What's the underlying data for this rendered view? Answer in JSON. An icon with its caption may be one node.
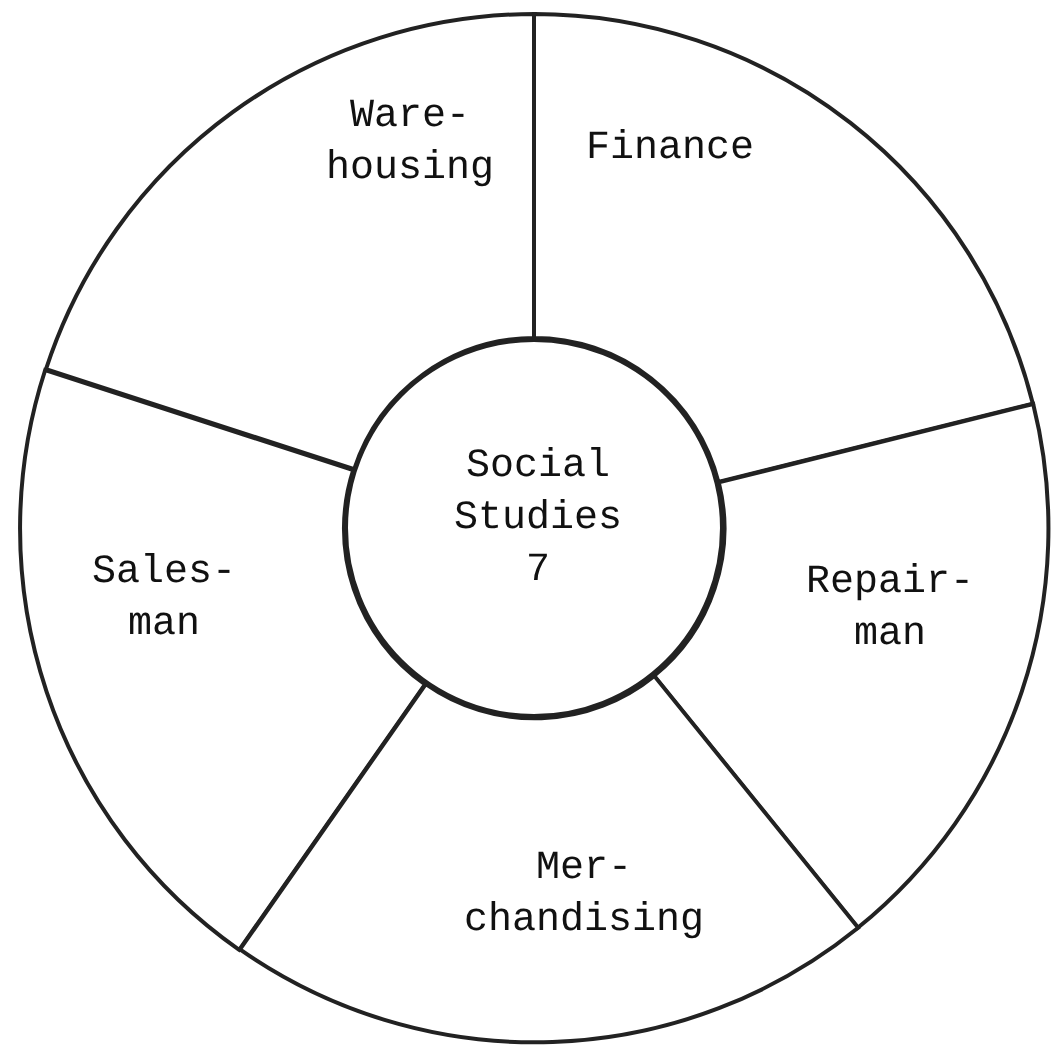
{
  "diagram": {
    "nodes": [
      {
        "text": [
          "Ware- housing"
        ]
      },
      {
        "text": [
          "Finance"
        ]
      },
      {
        "text": [
          "Social Studies 7"
        ]
      },
      {
        "text": [
          "Sales- man"
        ]
      },
      {
        "text": [
          "Repair- man"
        ]
      },
      {
        "text": [
          "Mer- chandising"
        ]
      }
    ]
  }
}
